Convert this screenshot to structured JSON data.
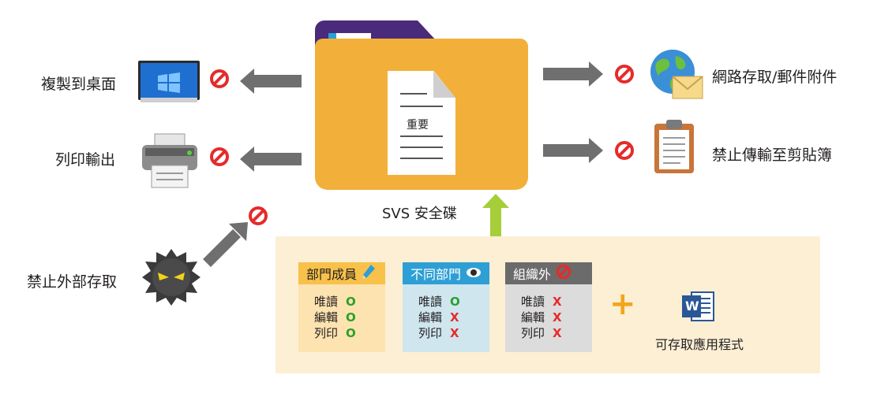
{
  "folder": {
    "doc_title": "重要",
    "caption": "SVS 安全碟"
  },
  "left_items": [
    {
      "label": "複製到桌面",
      "icon": "monitor-icon"
    },
    {
      "label": "列印輸出",
      "icon": "printer-icon"
    },
    {
      "label": "禁止外部存取",
      "icon": "malware-icon"
    }
  ],
  "right_items": [
    {
      "label": "網路存取/郵件附件",
      "icon": "globe-mail-icon"
    },
    {
      "label": "禁止傳輸至剪貼簿",
      "icon": "clipboard-icon"
    }
  ],
  "permissions": [
    {
      "title": "部門成員",
      "icon": "pencil-icon",
      "color": "#f8c14a",
      "bg": "#fde3b0",
      "rows": [
        {
          "label": "唯讀",
          "mark": "O"
        },
        {
          "label": "編輯",
          "mark": "O"
        },
        {
          "label": "列印",
          "mark": "O"
        }
      ]
    },
    {
      "title": "不同部門",
      "icon": "eye-icon",
      "color": "#2e9fd4",
      "bg": "#cfe6ef",
      "rows": [
        {
          "label": "唯讀",
          "mark": "O"
        },
        {
          "label": "編輯",
          "mark": "X"
        },
        {
          "label": "列印",
          "mark": "X"
        }
      ]
    },
    {
      "title": "組織外",
      "icon": "no-entry-icon",
      "color": "#6b6b6b",
      "bg": "#dcdcdc",
      "rows": [
        {
          "label": "唯讀",
          "mark": "X"
        },
        {
          "label": "編輯",
          "mark": "X"
        },
        {
          "label": "列印",
          "mark": "X"
        }
      ]
    }
  ],
  "app_caption": "可存取應用程式",
  "word_letter": "W",
  "plus_symbol": "+",
  "colors": {
    "blocked": "#e52b2b",
    "arrow": "#6f6f6f",
    "up_arrow": "#a6ce39",
    "folder": "#f2b03a",
    "folder_tab": "#4a2a7a",
    "panel": "#fcefd4"
  }
}
